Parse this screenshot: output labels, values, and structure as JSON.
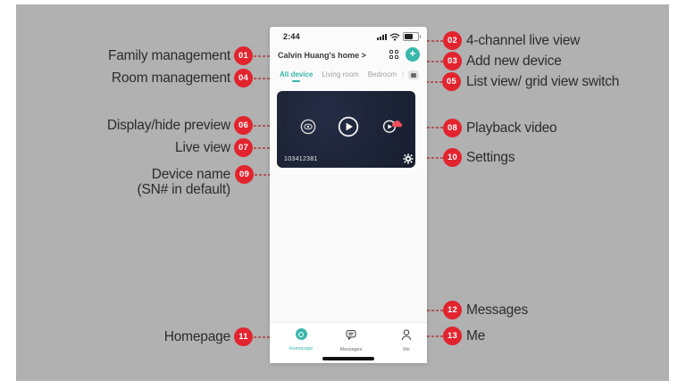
{
  "icons": {
    "plus": "+",
    "separator": "|"
  },
  "colors": {
    "backdrop_gray": "#b1b1b1",
    "accent_teal": "#39b7ab",
    "badge_red": "#e2242f",
    "line_red": "#ae2127",
    "card_navy": "#1d2437"
  },
  "phone": {
    "status_time": "2:44",
    "header_title": "Calvin Huang's home >",
    "tabs": {
      "tab1": "All device",
      "tab2": "Living room",
      "tab3": "Bedroom"
    },
    "device_name": "103412381",
    "nav": {
      "home": "Homepage",
      "messages": "Messages",
      "me": "Me"
    }
  },
  "annotations": {
    "left": [
      {
        "num": "01",
        "label": "Family management"
      },
      {
        "num": "04",
        "label": "Room management"
      },
      {
        "num": "06",
        "label": "Display/hide preview"
      },
      {
        "num": "07",
        "label": "Live view"
      },
      {
        "num": "09",
        "label": "Device name",
        "sublabel": "(SN# in default)"
      },
      {
        "num": "11",
        "label": "Homepage"
      }
    ],
    "right": [
      {
        "num": "02",
        "label": "4-channel live view"
      },
      {
        "num": "03",
        "label": "Add new device"
      },
      {
        "num": "05",
        "label": "List view/ grid view switch"
      },
      {
        "num": "08",
        "label": "Playback video"
      },
      {
        "num": "10",
        "label": "Settings"
      },
      {
        "num": "12",
        "label": "Messages"
      },
      {
        "num": "13",
        "label": "Me"
      }
    ]
  }
}
